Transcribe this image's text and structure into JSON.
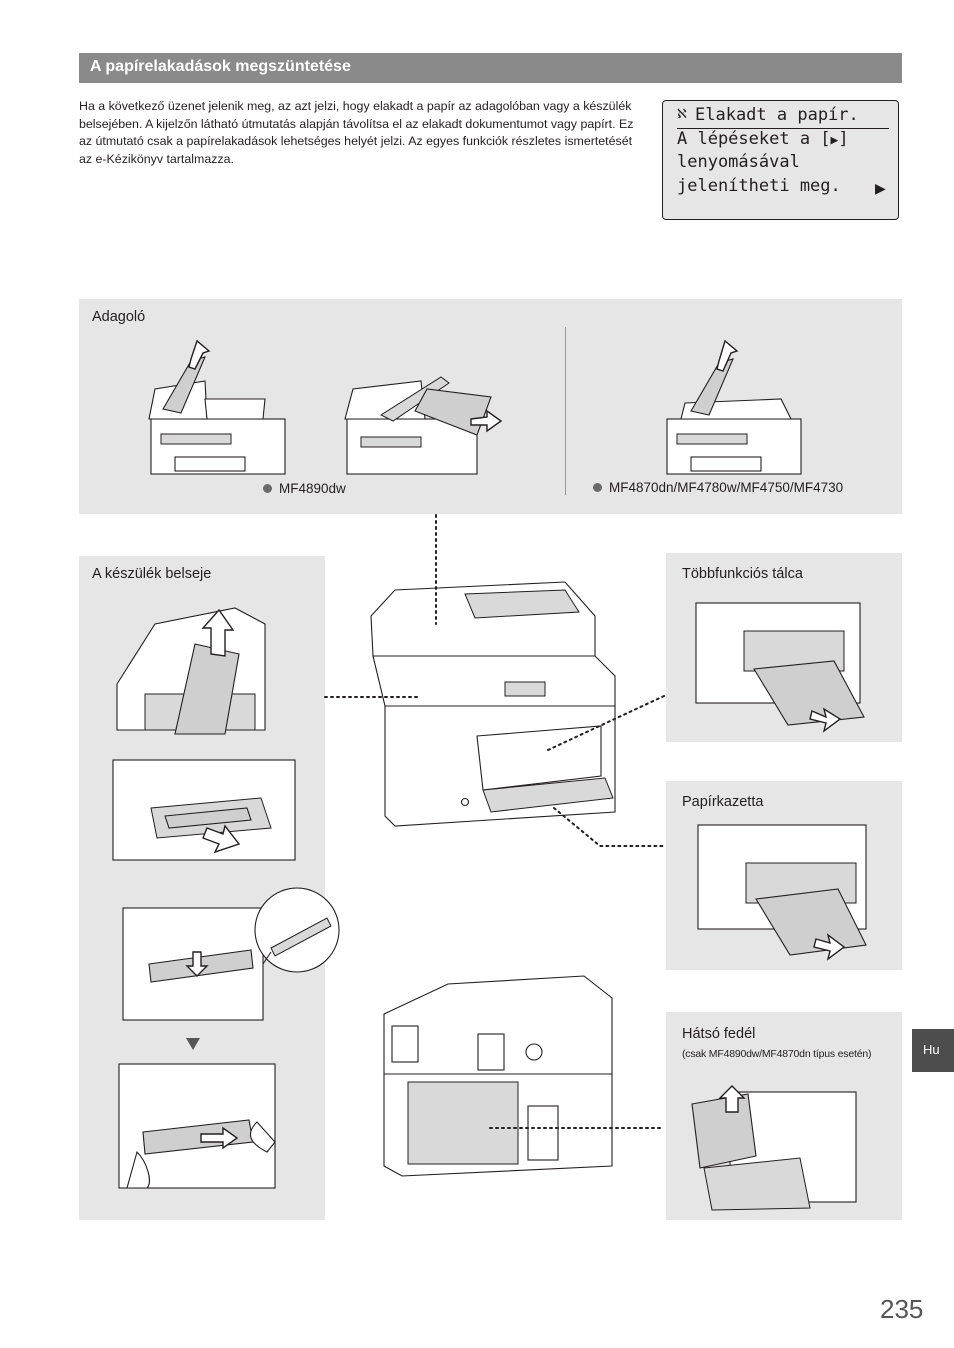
{
  "header": {
    "title": "A papírelakadások megszüntetése"
  },
  "intro": {
    "text": "Ha a következő üzenet jelenik meg, az azt jelzi, hogy elakadt a papír az adagolóban vagy a készülék belsejében. A kijelzőn látható útmutatás alapján távolítsa el az elakadt dokumentumot vagy papírt. Ez az útmutató csak a papírelakadások lehetséges helyét jelzi. Az egyes funkciók részletes ismertetését az e-Kézikönyv tartalmazza."
  },
  "lcd": {
    "line1": "Elakadt a papír.",
    "line2_pre": "A lépéseket a [",
    "line2_post": "]",
    "line3": "lenyomásával",
    "line4": "jelenítheti meg."
  },
  "feeder": {
    "title": "Adagoló",
    "model_left": "MF4890dw",
    "model_right": "MF4870dn/MF4780w/MF4750/MF4730"
  },
  "inside": {
    "title": "A készülék belseje"
  },
  "multipurpose": {
    "title": "Többfunkciós tálca"
  },
  "cassette": {
    "title": "Papírkazetta"
  },
  "rear": {
    "title": "Hátsó fedél",
    "note": "(csak MF4890dw/MF4870dn típus esetén)"
  },
  "side_tab": "Hu",
  "page_number": "235",
  "colors": {
    "header_bar": "#8a8a8a",
    "panel": "#e6e6e6",
    "tab": "#4d4d4d"
  }
}
